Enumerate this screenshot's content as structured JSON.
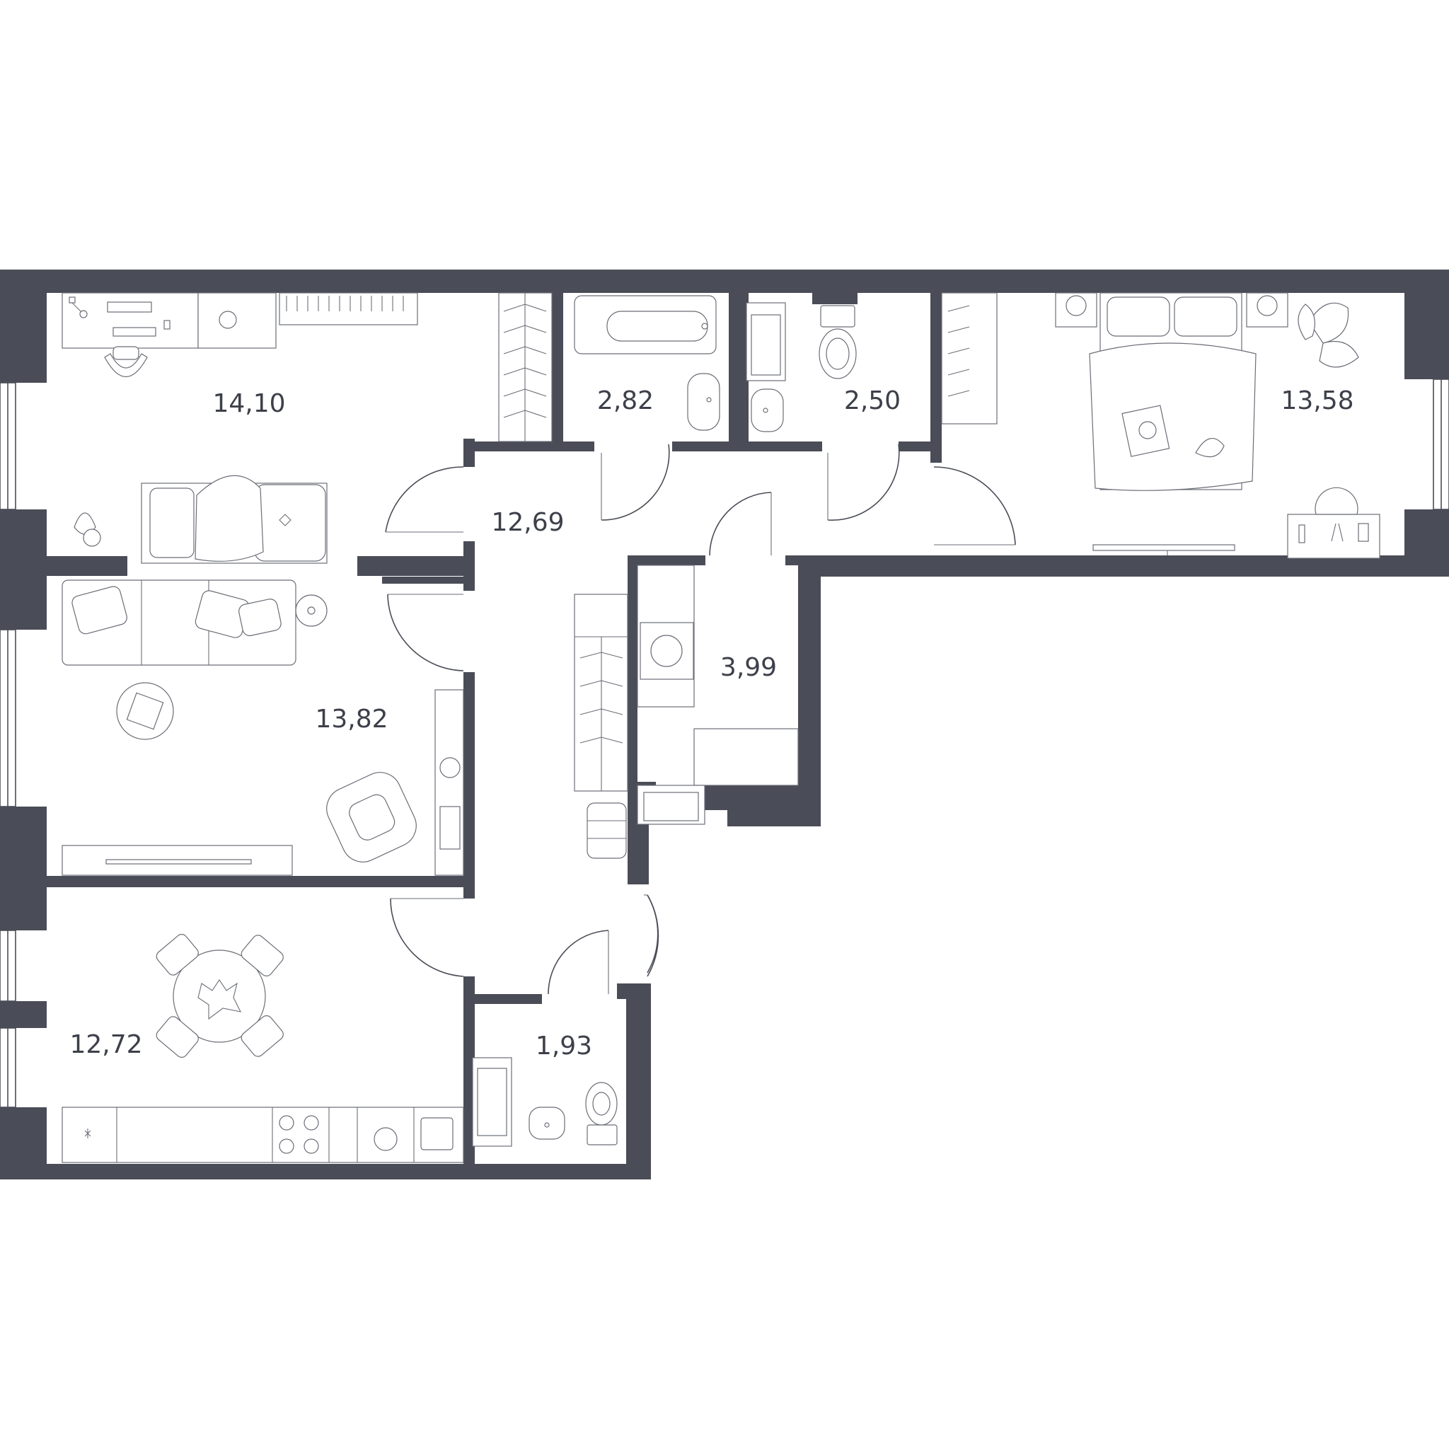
{
  "colors": {
    "wall": "#4a4d57",
    "line": "#6b6e77",
    "background": "#ffffff",
    "label": "#3d404a"
  },
  "rooms": [
    {
      "id": "bedroom-1",
      "area": "14,10"
    },
    {
      "id": "bathroom-1",
      "area": "2,82"
    },
    {
      "id": "toilet-1",
      "area": "2,50"
    },
    {
      "id": "bedroom-2",
      "area": "13,58"
    },
    {
      "id": "hallway",
      "area": "12,69"
    },
    {
      "id": "living-room",
      "area": "13,82"
    },
    {
      "id": "storage",
      "area": "3,99"
    },
    {
      "id": "kitchen",
      "area": "12,72"
    },
    {
      "id": "toilet-2",
      "area": "1,93"
    }
  ]
}
